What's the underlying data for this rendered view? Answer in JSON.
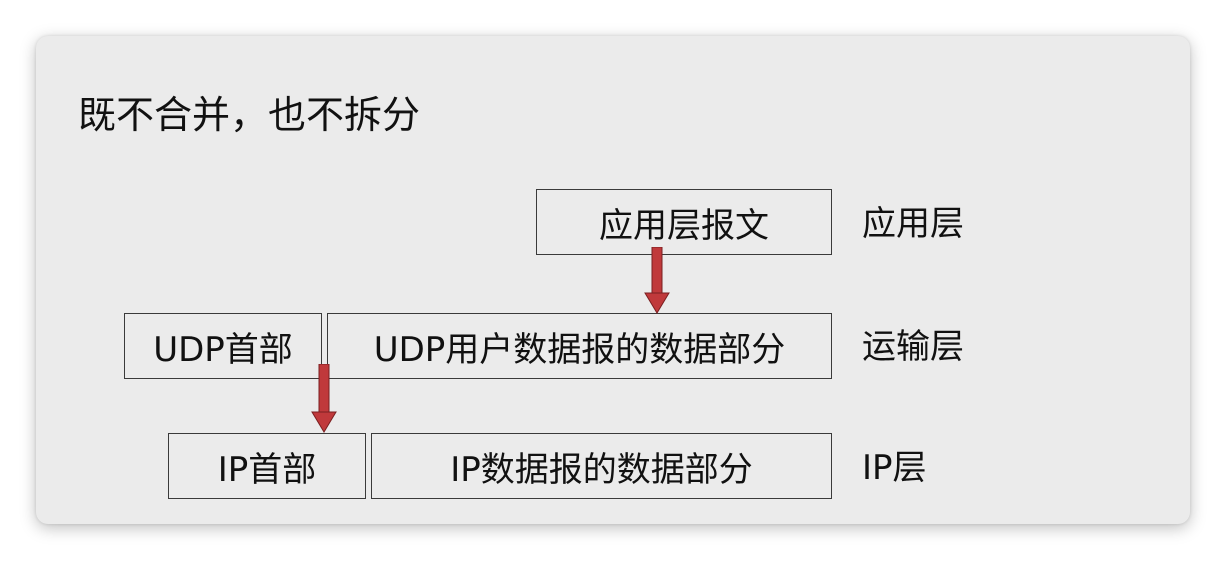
{
  "title": "既不合并，也不拆分",
  "boxes": {
    "app_message": "应用层报文",
    "udp_header": "UDP首部",
    "udp_data": "UDP用户数据报的数据部分",
    "ip_header": "IP首部",
    "ip_data": "IP数据报的数据部分"
  },
  "layers": {
    "application": "应用层",
    "transport": "运输层",
    "network": "IP层"
  },
  "colors": {
    "background": "#ebebeb",
    "arrow": "#c0393b",
    "border": "#3a3a3a"
  }
}
